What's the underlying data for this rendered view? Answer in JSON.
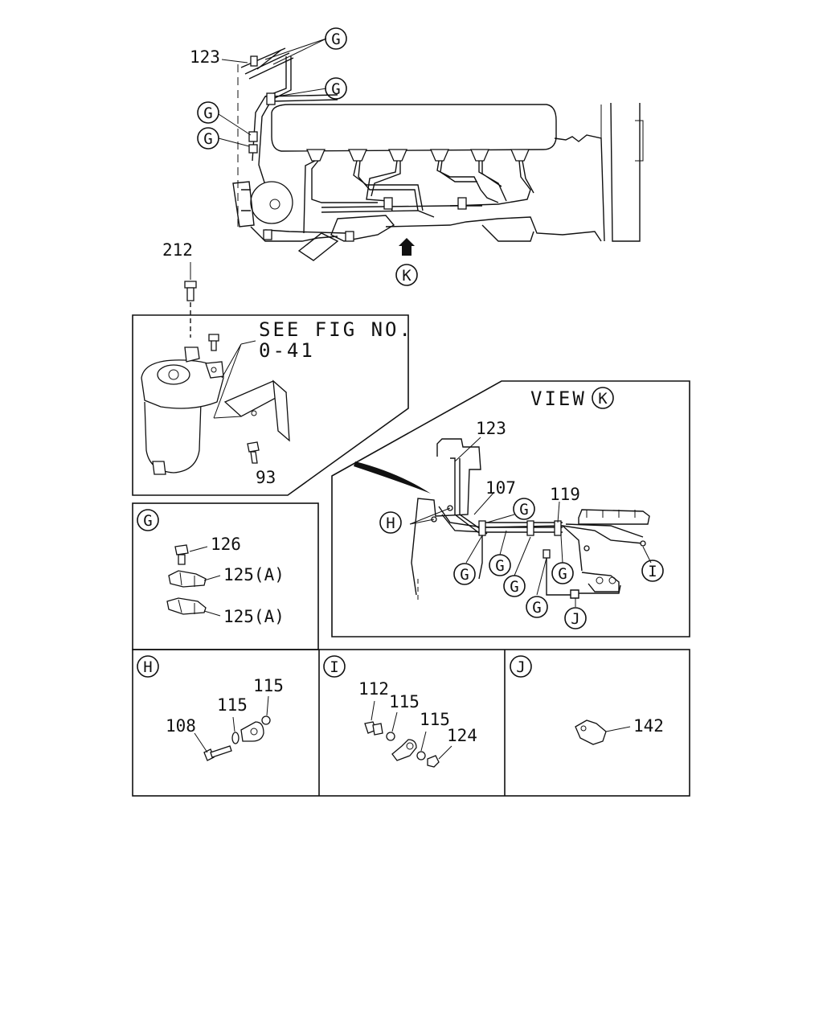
{
  "labels": {
    "p123_top": "123",
    "p212": "212",
    "p93": "93",
    "see_fig": "SEE FIG NO.",
    "see_fig_num": "0-41",
    "view_k": "VIEW",
    "v_123": "123",
    "v_107": "107",
    "v_119": "119",
    "g_126": "126",
    "g_125a_1": "125(A)",
    "g_125a_2": "125(A)",
    "h_108": "108",
    "h_115a": "115",
    "h_115b": "115",
    "i_112": "112",
    "i_115a": "115",
    "i_115b": "115",
    "i_124": "124",
    "j_142": "142"
  },
  "callouts": {
    "G": "G",
    "H": "H",
    "I": "I",
    "J": "J",
    "K": "K"
  }
}
